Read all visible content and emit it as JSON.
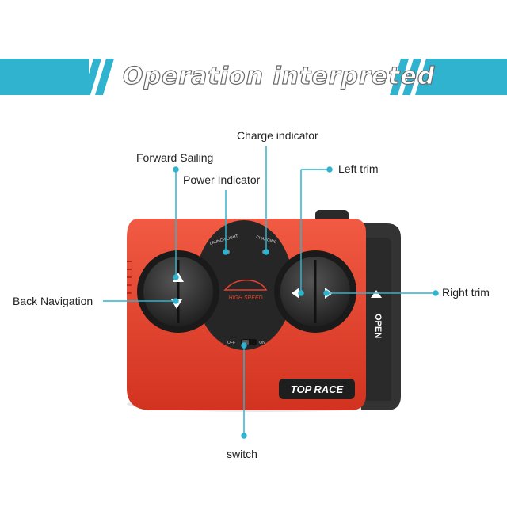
{
  "banner": {
    "title": "Operation interpreted"
  },
  "labels": {
    "charge_indicator": "Charge indicator",
    "forward_sailing": "Forward Sailing",
    "left_trim": "Left trim",
    "power_indicator": "Power Indicator",
    "back_navigation": "Back Navigation",
    "right_trim": "Right trim",
    "switch": "switch"
  },
  "device": {
    "launch_light_text": "LAUNCH LIGHT",
    "charging_text": "CHARGING",
    "logo_text": "HIGH SPEED",
    "off_text": "OFF",
    "on_text": "ON",
    "brand_text": "TOP RACE",
    "open_text": "OPEN"
  },
  "colors": {
    "accent": "#2fb3cf",
    "body_red": "#e8402e",
    "dark": "#2b2b2b"
  }
}
